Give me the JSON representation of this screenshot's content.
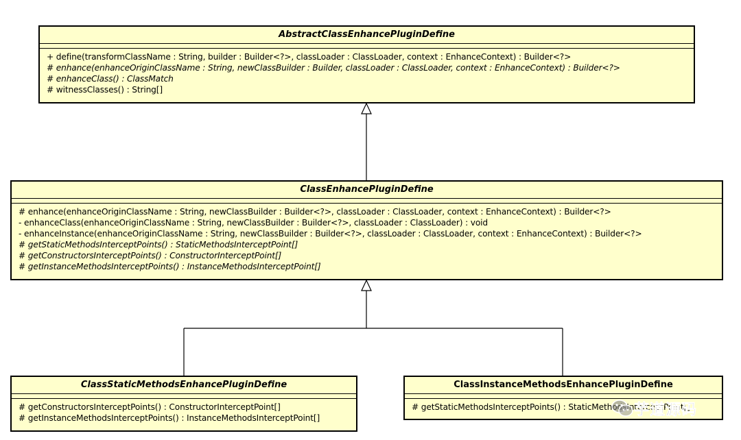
{
  "diagram": {
    "classes": [
      {
        "id": "abstract-class-enhance-plugin-define",
        "name": "AbstractClassEnhancePluginDefine",
        "abstract": true,
        "operations": [
          {
            "text": "+ define(transformClassName : String, builder : Builder<?>, classLoader : ClassLoader, context : EnhanceContext) : Builder<?>",
            "abstract": false
          },
          {
            "text": "# enhance(enhanceOriginClassName : String, newClassBuilder : Builder, classLoader : ClassLoader, context : EnhanceContext) : Builder<?>",
            "abstract": true
          },
          {
            "text": "# enhanceClass() : ClassMatch",
            "abstract": true
          },
          {
            "text": "# witnessClasses() : String[]",
            "abstract": false
          }
        ]
      },
      {
        "id": "class-enhance-plugin-define",
        "name": "ClassEnhancePluginDefine",
        "abstract": true,
        "operations": [
          {
            "text": "# enhance(enhanceOriginClassName : String, newClassBuilder : Builder<?>, classLoader : ClassLoader, context : EnhanceContext) : Builder<?>",
            "abstract": false
          },
          {
            "text": "- enhanceClass(enhanceOriginClassName : String, newClassBuilder : Builder<?>, classLoader : ClassLoader) : void",
            "abstract": false
          },
          {
            "text": "- enhanceInstance(enhanceOriginClassName : String, newClassBuilder : Builder<?>, classLoader : ClassLoader, context : EnhanceContext) : Builder<?>",
            "abstract": false
          },
          {
            "text": "# getStaticMethodsInterceptPoints() : StaticMethodsInterceptPoint[]",
            "abstract": true
          },
          {
            "text": "# getConstructorsInterceptPoints() : ConstructorInterceptPoint[]",
            "abstract": true
          },
          {
            "text": "# getInstanceMethodsInterceptPoints() : InstanceMethodsInterceptPoint[]",
            "abstract": true
          }
        ]
      },
      {
        "id": "class-static-methods-enhance-plugin-define",
        "name": "ClassStaticMethodsEnhancePluginDefine",
        "abstract": true,
        "operations": [
          {
            "text": "# getConstructorsInterceptPoints() : ConstructorInterceptPoint[]",
            "abstract": false
          },
          {
            "text": "# getInstanceMethodsInterceptPoints() : InstanceMethodsInterceptPoint[]",
            "abstract": false
          }
        ]
      },
      {
        "id": "class-instance-methods-enhance-plugin-define",
        "name": "ClassInstanceMethodsEnhancePluginDefine",
        "abstract": false,
        "operations": [
          {
            "text": "# getStaticMethodsInterceptPoints() : StaticMethodsInterceptPoint[]",
            "abstract": false
          }
        ]
      }
    ],
    "generalizations": [
      {
        "child": "class-enhance-plugin-define",
        "parent": "abstract-class-enhance-plugin-define"
      },
      {
        "child": "class-static-methods-enhance-plugin-define",
        "parent": "class-enhance-plugin-define"
      },
      {
        "child": "class-instance-methods-enhance-plugin-define",
        "parent": "class-enhance-plugin-define"
      }
    ]
  },
  "watermark": {
    "text": "芋道源码",
    "icon": "wechat-icon"
  }
}
